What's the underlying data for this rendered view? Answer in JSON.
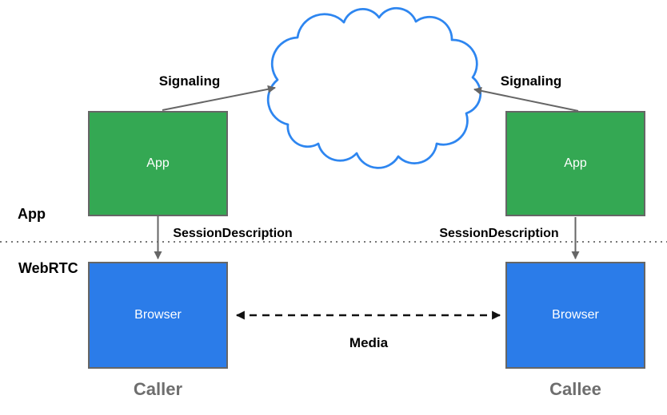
{
  "colors": {
    "app_box": "#34A853",
    "browser_box": "#2B7CE9",
    "cloud_stroke": "#2E86F0",
    "box_border": "#666666",
    "arrow": "#666666",
    "media_arrow": "#111111",
    "divider": "#777777",
    "role_label": "#6E6E6E",
    "label_text": "#000000",
    "box_text": "#FFFFFF"
  },
  "layers": {
    "app": "App",
    "webrtc": "WebRTC"
  },
  "nodes": {
    "caller_app": {
      "label": "App"
    },
    "callee_app": {
      "label": "App"
    },
    "caller_browser": {
      "label": "Browser"
    },
    "callee_browser": {
      "label": "Browser"
    }
  },
  "edges": {
    "signaling_left": {
      "label": "Signaling"
    },
    "signaling_right": {
      "label": "Signaling"
    },
    "session_description_left": {
      "label": "SessionDescription"
    },
    "session_description_right": {
      "label": "SessionDescription"
    },
    "media": {
      "label": "Media"
    }
  },
  "roles": {
    "caller": "Caller",
    "callee": "Callee"
  }
}
